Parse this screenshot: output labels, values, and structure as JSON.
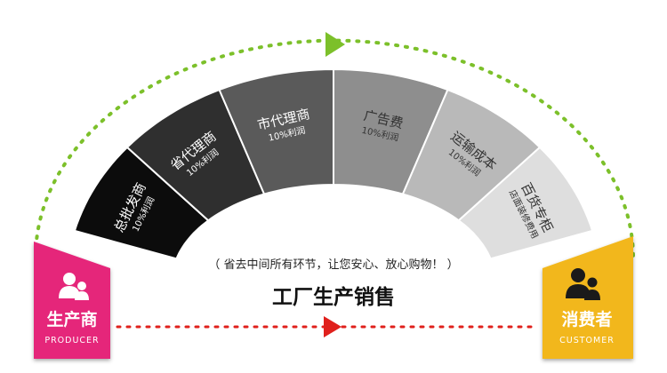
{
  "segments": [
    {
      "title": "总批发商",
      "subtitle": "10%利润",
      "color": "#0c0c0c",
      "text_color": "#ffffff"
    },
    {
      "title": "省代理商",
      "subtitle": "10%利润",
      "color": "#2f2f2f",
      "text_color": "#ffffff"
    },
    {
      "title": "市代理商",
      "subtitle": "10%利润",
      "color": "#5a5a5a",
      "text_color": "#ffffff"
    },
    {
      "title": "广告费",
      "subtitle": "10%利润",
      "color": "#8e8e8e",
      "text_color": "#333333"
    },
    {
      "title": "运输成本",
      "subtitle": "10%利润",
      "color": "#b9b9b9",
      "text_color": "#333333"
    },
    {
      "title": "百货专柜",
      "subtitle": "店面装修费用",
      "color": "#dedede",
      "text_color": "#333333"
    }
  ],
  "producer": {
    "title": "生产商",
    "subtitle": "PRODUCER",
    "color": "#e5267a"
  },
  "customer": {
    "title": "消费者",
    "subtitle": "CUSTOMER",
    "color": "#f2b71a"
  },
  "slogan": "（ 省去中间所有环节，让您安心、放心购物！ ）",
  "main_title": "工厂生产销售",
  "colors": {
    "green_arrow": "#7cc02a",
    "red_arrow": "#e0201c"
  },
  "icons": {
    "producer": "person-icon",
    "customer": "person-icon"
  }
}
